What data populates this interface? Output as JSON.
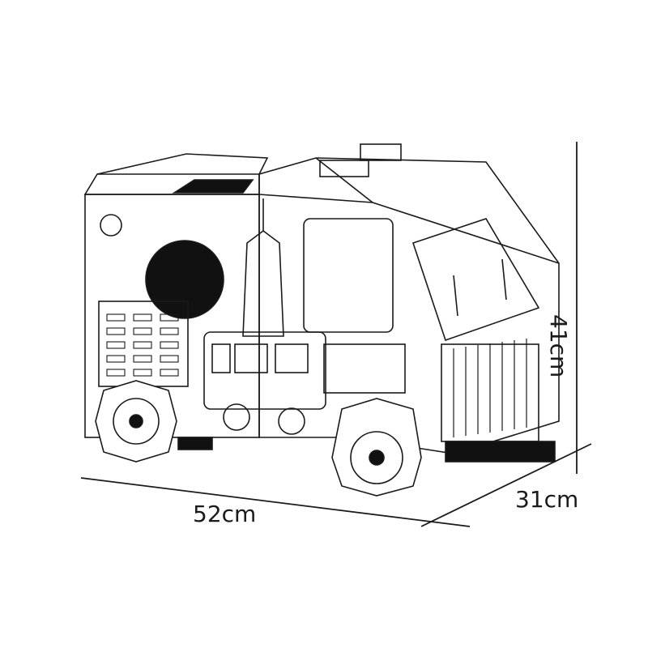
{
  "dimensions": {
    "width": "52cm",
    "depth": "31cm",
    "height": "41cm"
  },
  "colors": {
    "line": "#1a1a1a",
    "fill": "#ffffff",
    "dark": "#111111"
  }
}
